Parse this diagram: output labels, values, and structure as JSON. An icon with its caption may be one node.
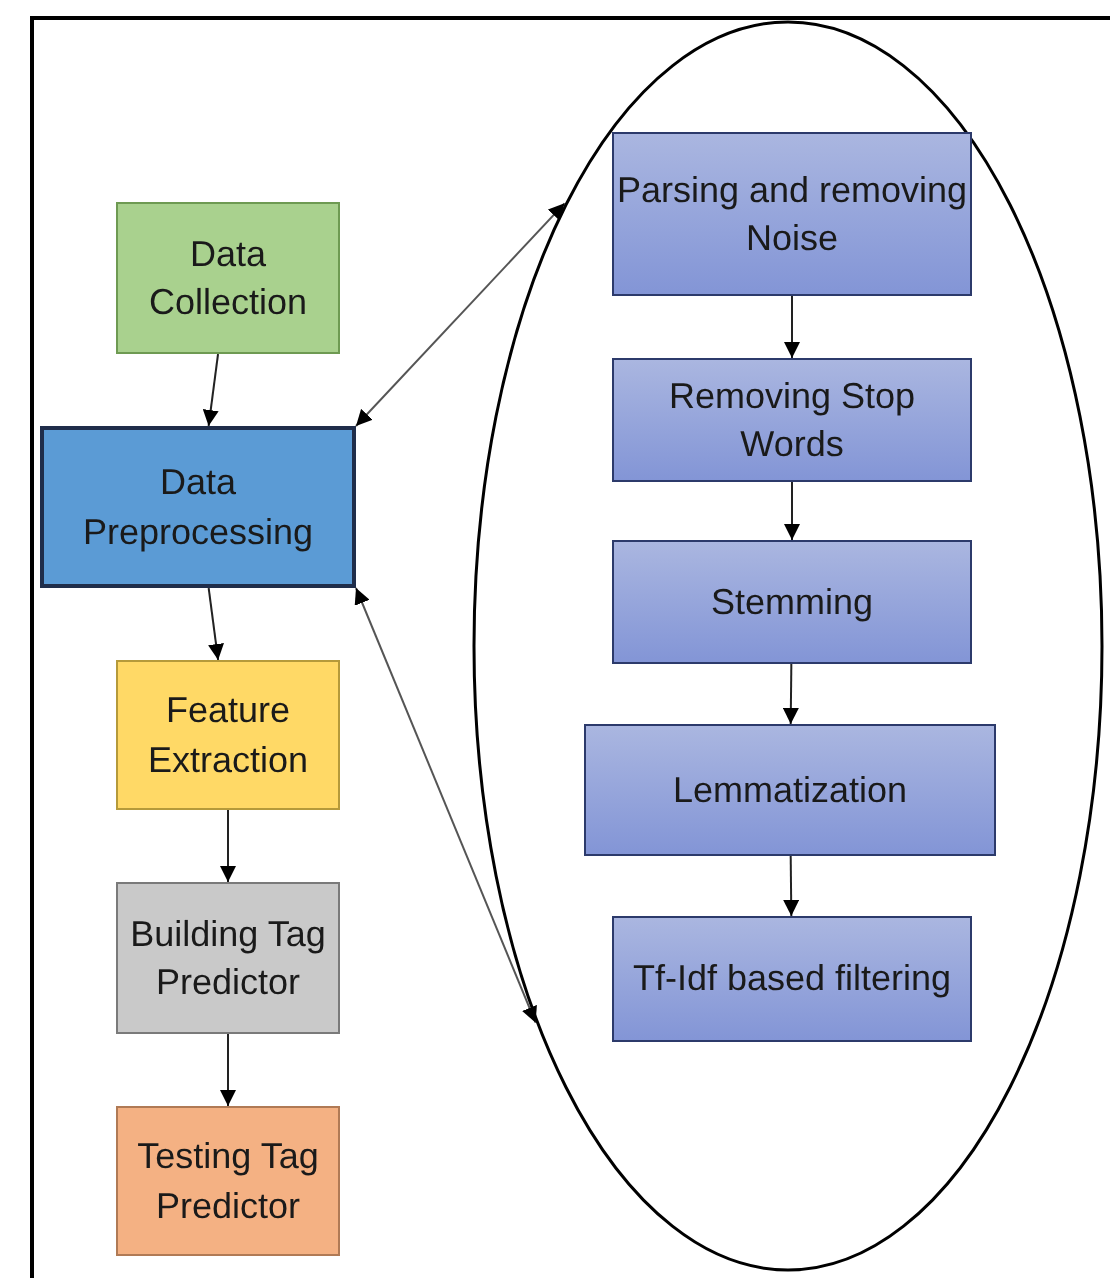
{
  "diagram": {
    "nodes": [
      {
        "text": [
          "Data Collection"
        ]
      },
      {
        "text": [
          "Data Preprocessing"
        ]
      },
      {
        "text": [
          "Feature Extraction"
        ]
      },
      {
        "text": [
          "Building Tag Predictor"
        ]
      },
      {
        "text": [
          "Testing Tag Predictor"
        ]
      },
      {
        "text": [],
        "shape": "ellipse"
      },
      {
        "text": [
          "Parsing and removing Noise"
        ],
        "in": 5
      },
      {
        "text": [
          "Removing Stop Words"
        ],
        "in": 5
      },
      {
        "text": [
          "Stemming"
        ],
        "in": 5
      },
      {
        "text": [
          "Lemmatization"
        ],
        "in": 5
      },
      {
        "text": [
          "Tf-Idf based filtering"
        ],
        "in": 5
      }
    ],
    "edges": [
      {
        "from": 0,
        "to": 1,
        "arrow": "to"
      },
      {
        "from": 1,
        "to": 2,
        "arrow": "to"
      },
      {
        "from": 2,
        "to": 3,
        "arrow": "to"
      },
      {
        "from": 3,
        "to": 4,
        "arrow": "to"
      },
      {
        "from": 1,
        "to": 5,
        "arrow": "both"
      },
      {
        "from": 1,
        "to": 5,
        "arrow": "both"
      },
      {
        "from": 6,
        "to": 7,
        "arrow": "to"
      },
      {
        "from": 7,
        "to": 8,
        "arrow": "to"
      },
      {
        "from": 8,
        "to": 9,
        "arrow": "to"
      },
      {
        "from": 9,
        "to": 10,
        "arrow": "to"
      }
    ]
  }
}
